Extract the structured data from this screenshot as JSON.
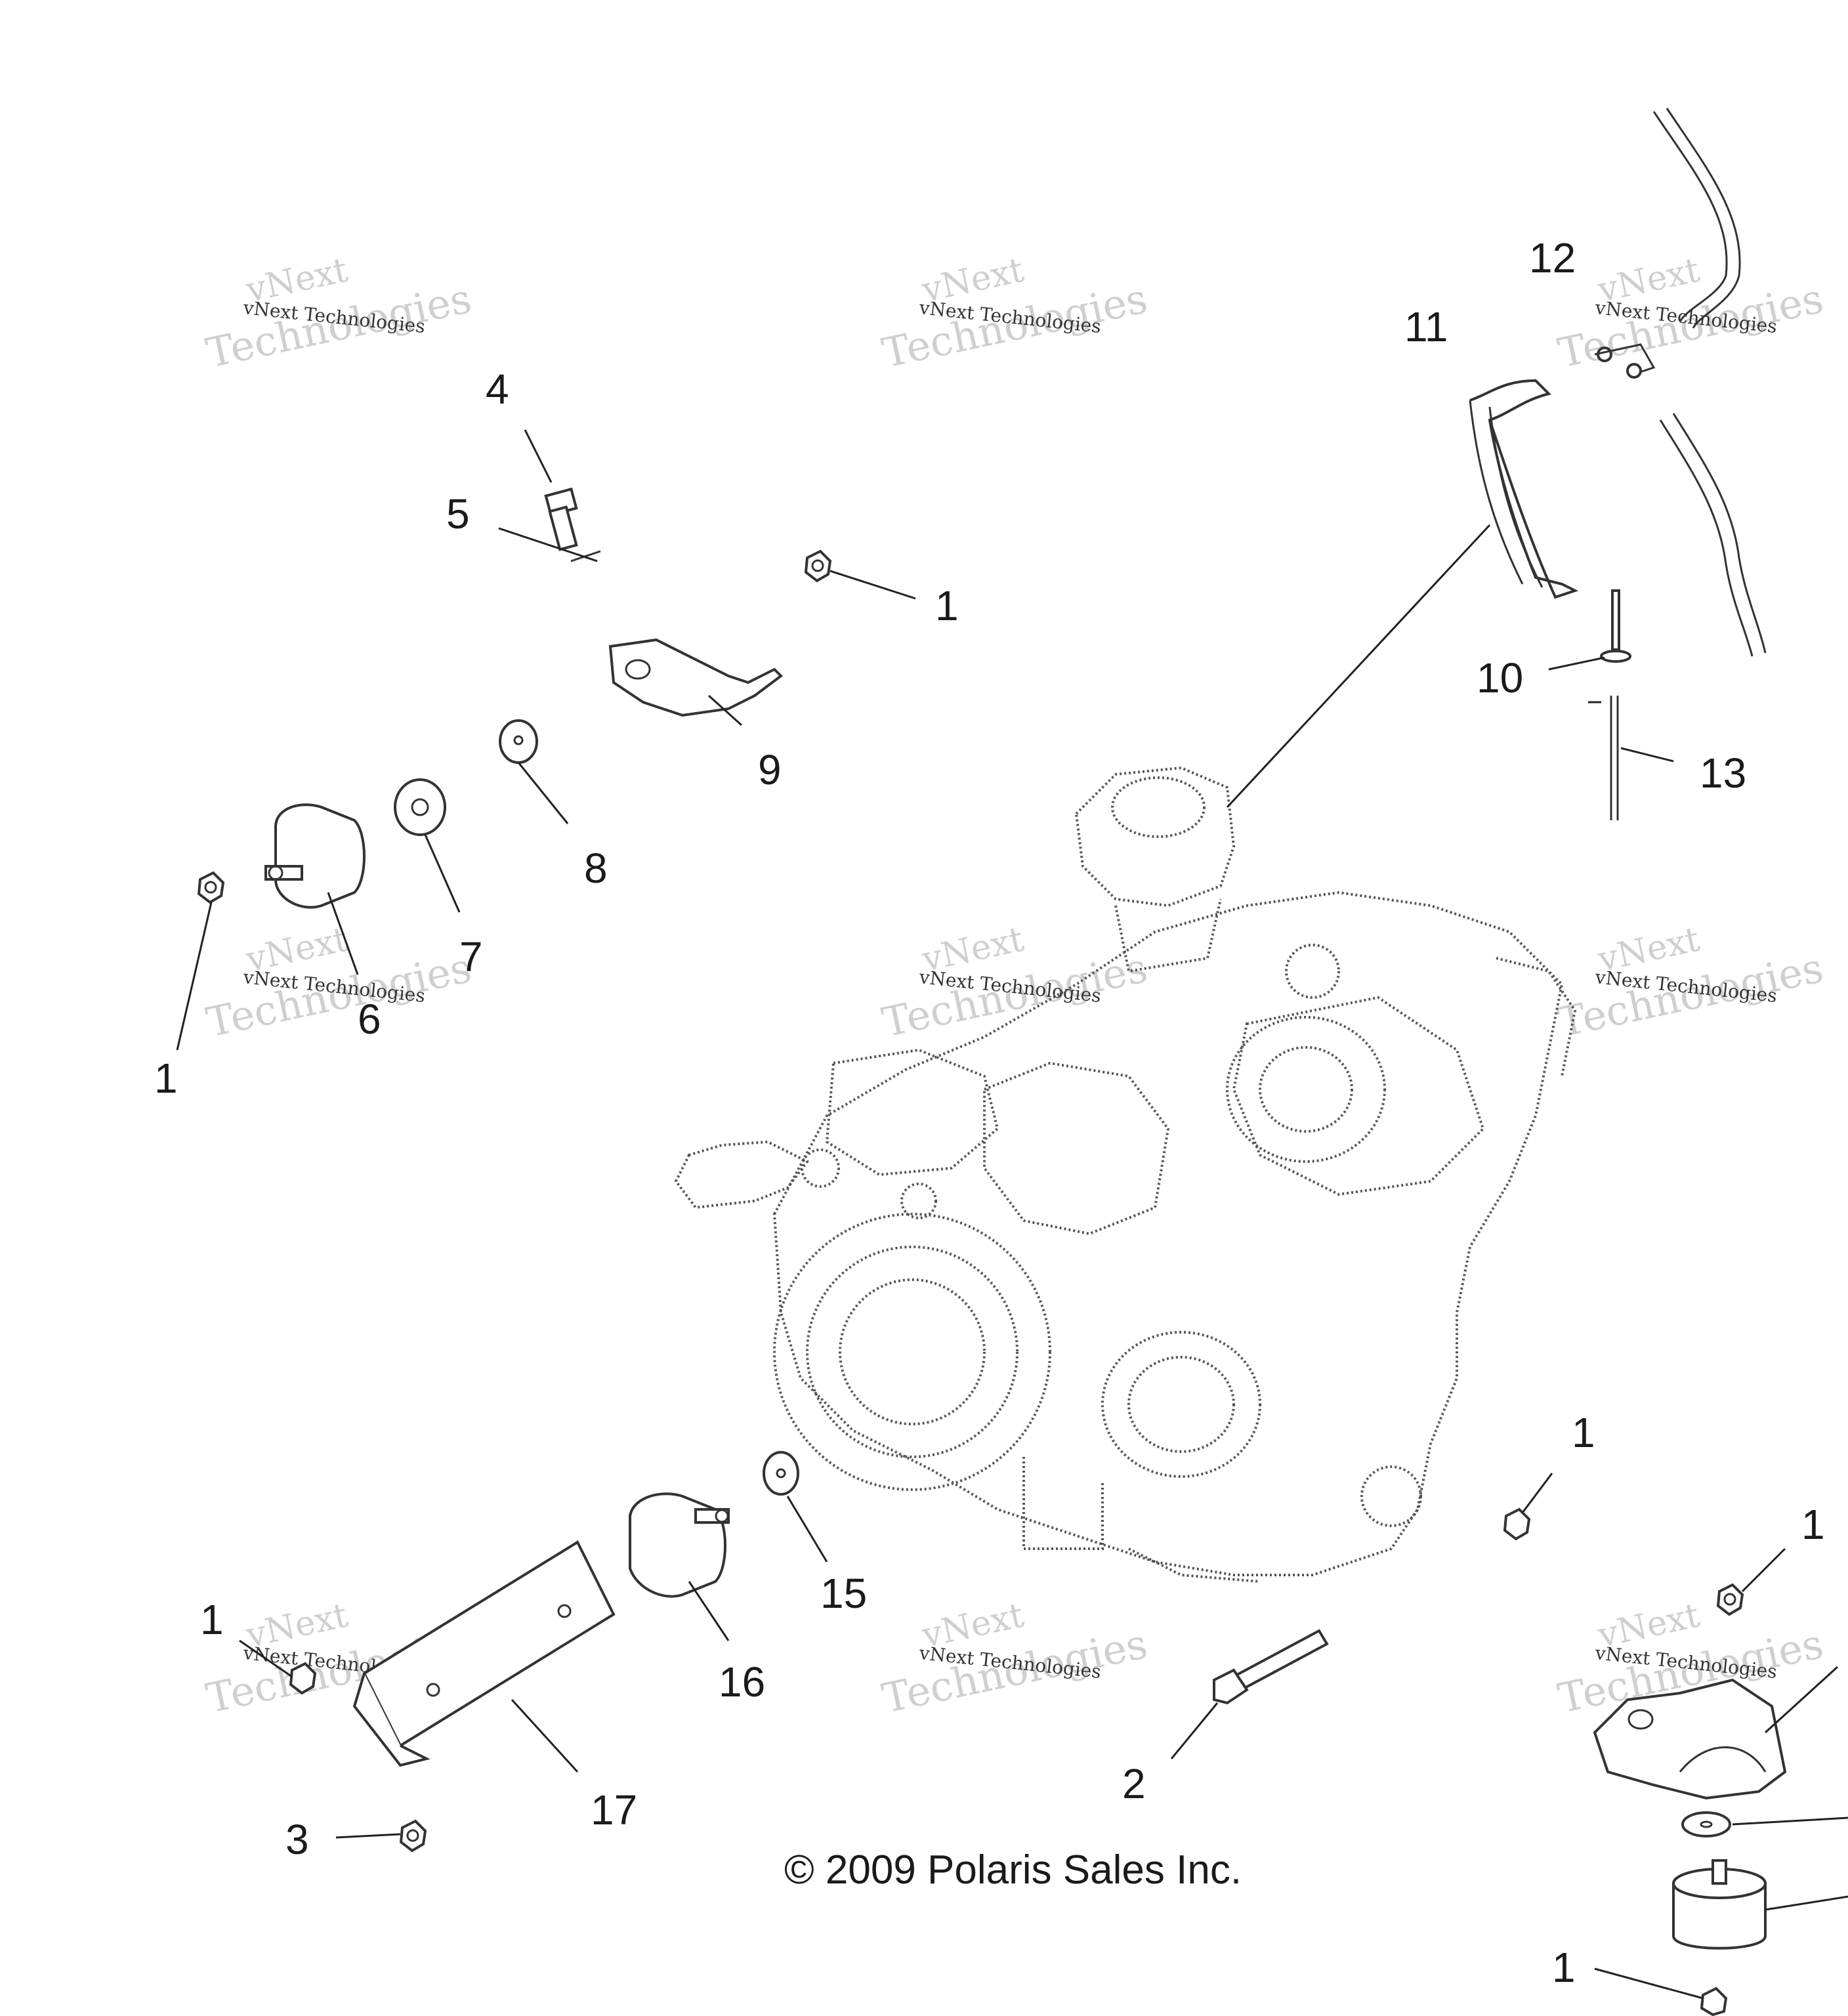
{
  "watermark": {
    "line1": "vNext Technologies",
    "line2": "vNext",
    "line3": "Technologies"
  },
  "copyright": "© 2009 Polaris Sales Inc.",
  "callouts": {
    "c1a": "1",
    "c1b": "1",
    "c1c": "1",
    "c1d": "1",
    "c1e": "1",
    "c1f": "1",
    "c2": "2",
    "c3": "3",
    "c4": "4",
    "c5": "5",
    "c6": "6",
    "c7": "7",
    "c8": "8",
    "c9": "9",
    "c10": "10",
    "c11": "11",
    "c12": "12",
    "c13": "13",
    "c15": "15",
    "c16": "16",
    "c17": "17"
  }
}
